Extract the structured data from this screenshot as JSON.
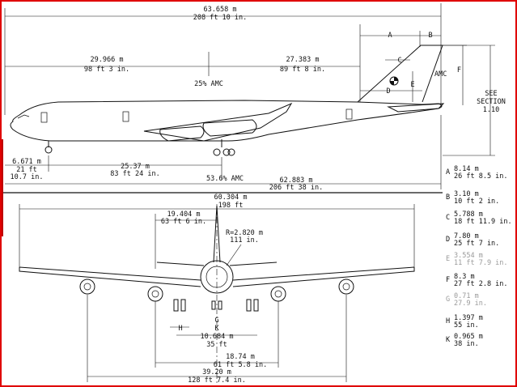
{
  "side_view": {
    "overall_length": {
      "m": "63.658 m",
      "ft": "208 ft 10 in."
    },
    "front_to_ref": {
      "m": "29.966 m",
      "ft": "98 ft 3 in."
    },
    "ref_to_tail": {
      "m": "27.383 m",
      "ft": "89 ft 8 in."
    },
    "ref_label": "25% AMC",
    "nose_to_gear": {
      "m": "6.671 m",
      "ft": "21 ft",
      "in": "10.7 in."
    },
    "wheelbase": {
      "m": "25.37 m",
      "ft": "83 ft 24 in."
    },
    "mid_ref_label": "53.6% AMC",
    "fuselage_len": {
      "m": "62.883 m",
      "ft": "206 ft 38 in."
    },
    "tail_amc": "AMC",
    "see_section": [
      "SEE",
      "SECTION",
      "1.10"
    ],
    "tail_letters": {
      "a": "A",
      "b": "B",
      "c": "C",
      "d": "D",
      "e": "E",
      "f": "F"
    }
  },
  "front_view": {
    "span": {
      "m": "60.304 m",
      "ft": "198 ft"
    },
    "inner_span": {
      "m": "19.404 m",
      "ft": "63 ft 6 in."
    },
    "radius": {
      "m": "R=2.820 m",
      "ft": "111 in."
    },
    "g_label": "G",
    "k_label": "K",
    "h_label": "H",
    "track": {
      "m": "10.684 m",
      "ft": "35 ft"
    },
    "engine_span": {
      "m": "18.74 m",
      "ft": "61 ft 5.8 in."
    },
    "outer_engine_span": {
      "m": "39.20 m",
      "ft": "128 ft 7.4 in."
    }
  },
  "legend": [
    {
      "key": "A",
      "m": "8.14 m",
      "ft": "26 ft 8.5 in."
    },
    {
      "key": "B",
      "m": "3.10 m",
      "ft": "10 ft 2 in."
    },
    {
      "key": "C",
      "m": "5.788 m",
      "ft": "18 ft 11.9 in."
    },
    {
      "key": "D",
      "m": "7.80 m",
      "ft": "25 ft 7 in."
    },
    {
      "key": "E",
      "m": "3.554 m",
      "ft": "11 ft 7.9 in."
    },
    {
      "key": "F",
      "m": "8.3 m",
      "ft": "27 ft 2.8 in."
    },
    {
      "key": "G",
      "m": "0.71 m",
      "ft": "27.9 in."
    },
    {
      "key": "H",
      "m": "1.397 m",
      "ft": "55 in."
    },
    {
      "key": "K",
      "m": "0.965 m",
      "ft": "38 in."
    }
  ],
  "colors": {
    "ink": "#111111",
    "frame": "#e00000",
    "faded": "#9a9a9a"
  }
}
